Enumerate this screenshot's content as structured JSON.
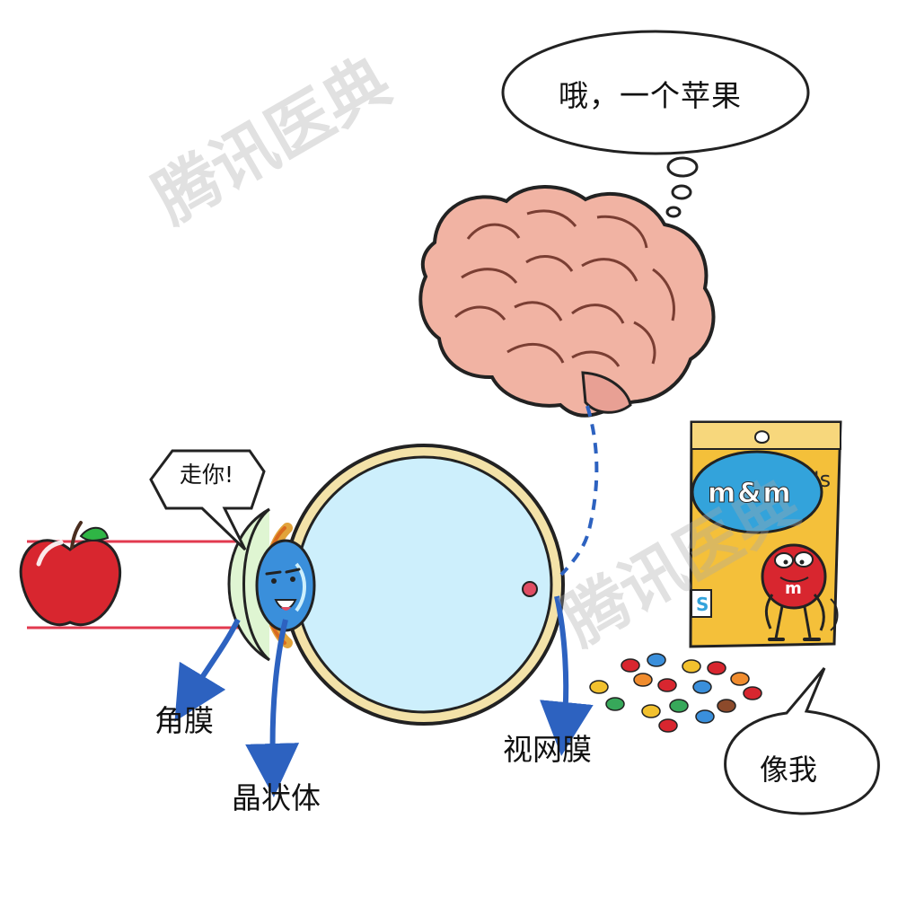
{
  "thought_bubble": {
    "text": "哦，一个苹果"
  },
  "lens_speech": {
    "text": "走你!"
  },
  "candy_speech": {
    "text": "像我"
  },
  "labels": {
    "cornea": "角膜",
    "lens": "晶状体",
    "retina": "视网膜"
  },
  "watermark": {
    "text": "腾讯医典"
  },
  "candy_bag": {
    "logo": "m&m",
    "logo_suffix": "'s",
    "side_badge": "S",
    "mascot_mark": "m"
  },
  "colors": {
    "light_ray": "#e23a4f",
    "eyeball": "#cdeffc",
    "sclera_ring": "#f3e2a8",
    "cornea": "#dff5d2",
    "lens": "#3a8fdb",
    "arrow": "#2d62c0",
    "brain": "#f1b3a3",
    "apple": "#d8262f",
    "candy_bag": "#f4c03a",
    "candy_mascot": "#d8262f"
  }
}
